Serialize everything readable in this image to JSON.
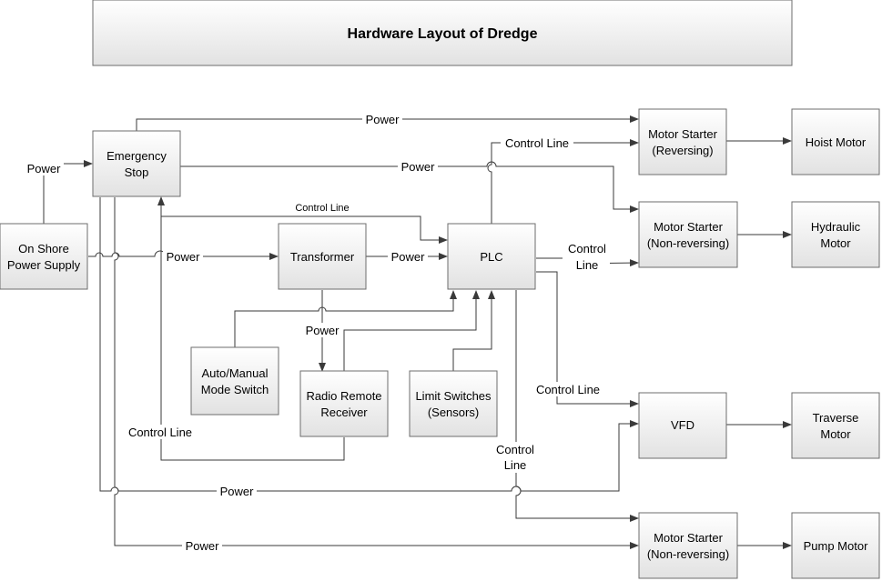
{
  "title": "Hardware Layout of Dredge",
  "nodes": {
    "emergency_stop": [
      "Emergency",
      "Stop"
    ],
    "on_shore_power": [
      "On Shore",
      "Power Supply"
    ],
    "transformer": [
      "Transformer"
    ],
    "plc": [
      "PLC"
    ],
    "auto_manual_switch": [
      "Auto/Manual",
      "Mode Switch"
    ],
    "radio_remote_receiver": [
      "Radio Remote",
      "Receiver"
    ],
    "limit_switches": [
      "Limit Switches",
      "(Sensors)"
    ],
    "motor_starter_reversing": [
      "Motor Starter",
      "(Reversing)"
    ],
    "motor_starter_nonrev_hydraulic": [
      "Motor Starter",
      "(Non-reversing)"
    ],
    "vfd": [
      "VFD"
    ],
    "motor_starter_nonrev_pump": [
      "Motor Starter",
      "(Non-reversing)"
    ],
    "hoist_motor": [
      "Hoist Motor"
    ],
    "hydraulic_motor": [
      "Hydraulic",
      "Motor"
    ],
    "traverse_motor": [
      "Traverse",
      "Motor"
    ],
    "pump_motor": [
      "Pump Motor"
    ]
  },
  "labels": {
    "power": "Power",
    "control_line": "Control Line",
    "control_line_split": [
      "Control",
      "Line"
    ]
  }
}
